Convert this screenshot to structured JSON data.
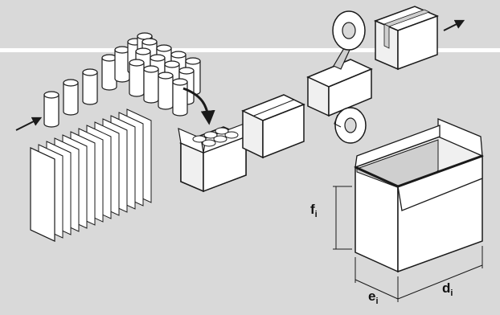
{
  "dimension_labels": {
    "height": {
      "letter": "f",
      "subscript": "i"
    },
    "width": {
      "letter": "e",
      "subscript": "i"
    },
    "depth": {
      "letter": "d",
      "subscript": "i"
    }
  },
  "colors": {
    "background": "#d9d9d9",
    "stroke": "#1a1a1a",
    "face_light": "#ffffff",
    "face_mid": "#f0f0f0",
    "face_dark": "#cfcfcf",
    "divider": "#ffffff"
  },
  "stages": [
    "cylinder-feed",
    "cylinder-grouping",
    "flat-blank-stack",
    "filled-open-box",
    "closed-box",
    "tape-sealing",
    "sealed-box-output",
    "box-dimensions"
  ]
}
